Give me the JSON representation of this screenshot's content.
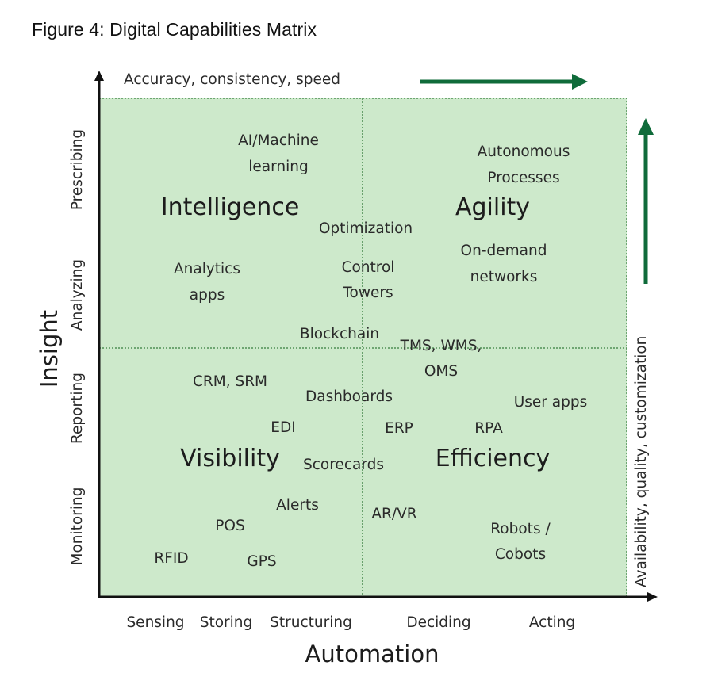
{
  "figure_title": "Figure 4: Digital Capabilities Matrix",
  "top_caption": "Accuracy, consistency, speed",
  "right_caption": "Availability, quality, customization",
  "y_axis": {
    "title": "Insight",
    "ticks": [
      "Prescribing",
      "Analyzing",
      "Reporting",
      "Monitoring"
    ]
  },
  "x_axis": {
    "title": "Automation",
    "ticks": [
      "Sensing",
      "Storing",
      "Structuring",
      "Deciding",
      "Acting"
    ]
  },
  "quadrants": {
    "top_left": "Intelligence",
    "top_right": "Agility",
    "bottom_left": "Visibility",
    "bottom_right": "Efficiency"
  },
  "items": {
    "ai_line1": "AI/Machine",
    "ai_line2": "learning",
    "autonomous_line1": "Autonomous",
    "autonomous_line2": "Processes",
    "optimization": "Optimization",
    "on_demand_line1": "On-demand",
    "on_demand_line2": "networks",
    "analytics_line1": "Analytics",
    "analytics_line2": "apps",
    "control_line1": "Control",
    "control_line2": "Towers",
    "blockchain": "Blockchain",
    "tms_wms": "TMS, WMS,",
    "oms": "OMS",
    "crm_srm": "CRM, SRM",
    "dashboards": "Dashboards",
    "user_apps": "User apps",
    "edi": "EDI",
    "erp": "ERP",
    "rpa": "RPA",
    "scorecards": "Scorecards",
    "alerts": "Alerts",
    "ar_vr": "AR/VR",
    "pos": "POS",
    "robots_line1": "Robots /",
    "robots_line2": "Cobots",
    "rfid": "RFID",
    "gps": "GPS"
  },
  "colors": {
    "quadrant_fill": "#cde9cb",
    "divider": "#4f8f55",
    "arrow": "#0f6b3a",
    "axis": "#111111"
  }
}
